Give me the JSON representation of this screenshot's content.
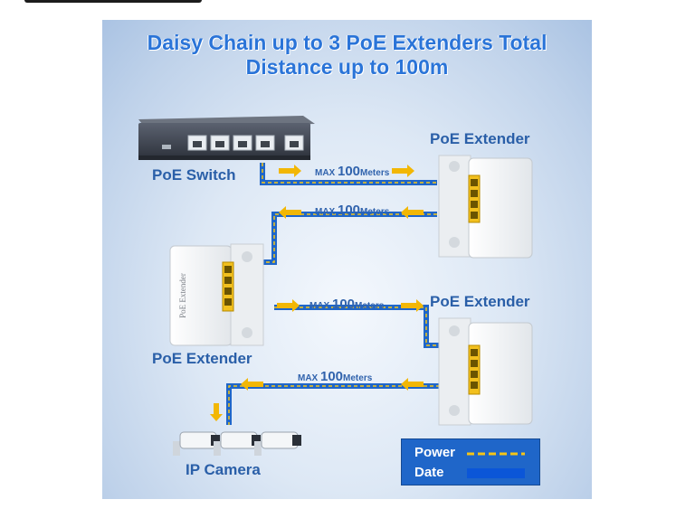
{
  "title": {
    "line1": "Daisy Chain up to 3 PoE Extenders Total",
    "line2": "Distance up to 100m"
  },
  "labels": {
    "poe_switch": "PoE Switch",
    "extender_1": "PoE Extender",
    "extender_2": "PoE Extender",
    "extender_3": "PoE Extender",
    "ip_camera": "IP Camera",
    "device_side_text": "PoE Extender"
  },
  "segments": [
    {
      "prefix": "MAX ",
      "value": "100",
      "unit": "Meters"
    },
    {
      "prefix": "MAX ",
      "value": "100",
      "unit": "Meters"
    },
    {
      "prefix": "MAX ",
      "value": "100",
      "unit": "Meters"
    },
    {
      "prefix": "MAX ",
      "value": "100",
      "unit": "Meters"
    }
  ],
  "legend": {
    "power_label": "Power",
    "data_label": "Date"
  },
  "colors": {
    "title": "#2a74d8",
    "label": "#2a5fa8",
    "cable": "#1f66c9",
    "power_dash": "#f5c518",
    "arrow": "#f2b705",
    "legend_bg": "#1f66c9"
  },
  "icons": [
    "poe-switch-icon",
    "poe-extender-icon",
    "ip-camera-icon",
    "arrow-right-icon",
    "arrow-left-icon",
    "arrow-down-icon"
  ]
}
